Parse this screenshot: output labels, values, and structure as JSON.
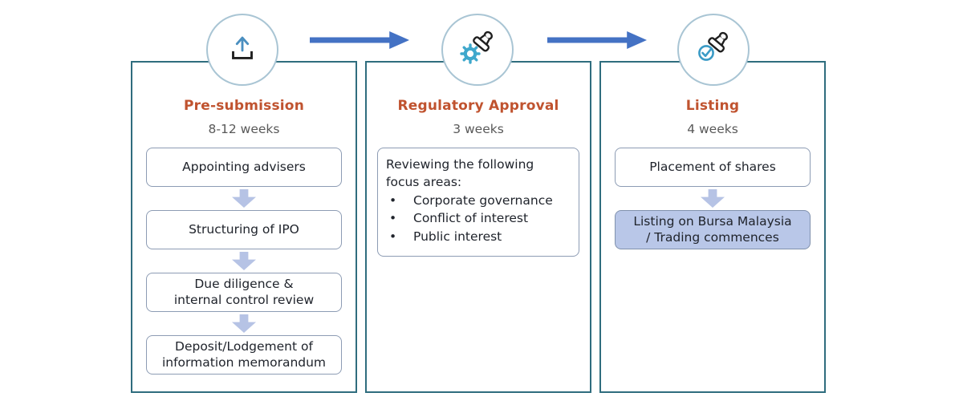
{
  "diagram": {
    "stages": [
      {
        "title": "Pre-submission",
        "duration": "8-12 weeks",
        "icon": "upload-icon",
        "steps": [
          "Appointing advisers",
          "Structuring of IPO",
          "Due diligence &\ninternal control review",
          "Deposit/Lodgement of\ninformation memorandum"
        ]
      },
      {
        "title": "Regulatory Approval",
        "duration": "3 weeks",
        "icon": "gear-stamp-icon",
        "review_intro": "Reviewing the following\nfocus areas:",
        "bullet_char": "•",
        "focus_areas": [
          "Corporate governance",
          "Conflict of interest",
          "Public interest"
        ]
      },
      {
        "title": "Listing",
        "duration": "4 weeks",
        "icon": "stamp-check-icon",
        "steps": [
          "Placement of shares",
          "Listing on Bursa Malaysia\n/ Trading commences"
        ]
      }
    ],
    "colors": {
      "stage_title": "#c0532f",
      "duration_text": "#595959",
      "panel_border": "#2f6d7e",
      "connector_arrow": "#4472c4",
      "step_arrow": "#b6c3e5",
      "highlight_box_fill": "#b9c7e8",
      "icon_blue": "#3fa8cc",
      "circle_border": "#a9c5d4"
    }
  }
}
